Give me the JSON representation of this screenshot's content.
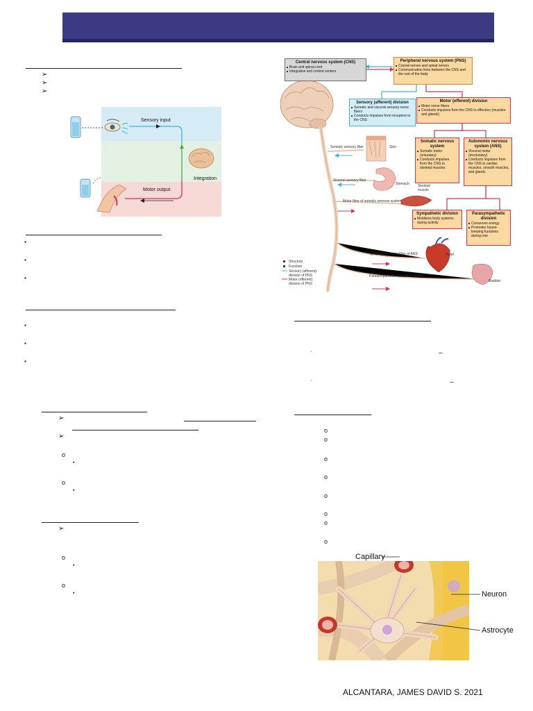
{
  "bullets": {
    "arrow": "➢",
    "square": "▪",
    "circle": "o",
    "small_square": "▪",
    "dot": "˙",
    "dash": "–"
  },
  "fig_sensory": {
    "sensory_input": "Sensory input",
    "integration": "Integration",
    "motor_output": "Motor output"
  },
  "fig_divisions": {
    "cns": {
      "title": "Central nervous system (CNS)",
      "items": [
        "Brain and spinal cord",
        "Integrative and control centers"
      ]
    },
    "pns": {
      "title": "Peripheral nervous system (PNS)",
      "items": [
        "Cranial nerves and spinal nerves",
        "Communication lines between the CNS and the rest of the body"
      ]
    },
    "sensory": {
      "title": "Sensory (afferent) division",
      "items": [
        "Somatic and visceral sensory nerve fibers",
        "Conducts impulses from receptors to the CNS"
      ]
    },
    "motor": {
      "title": "Motor (efferent) division",
      "items": [
        "Motor nerve fibers",
        "Conducts impulses from the CNS to effectors (muscles and glands)"
      ]
    },
    "somatic": {
      "title": "Somatic nervous system",
      "items": [
        "Somatic motor (voluntary)",
        "Conducts impulses from the CNS to skeletal muscles"
      ]
    },
    "autonomic": {
      "title": "Autonomic nervous system (ANS)",
      "items": [
        "Visceral motor (involuntary)",
        "Conducts impulses from the CNS to cardiac muscles, smooth muscles, and glands"
      ]
    },
    "sympathetic": {
      "title": "Sympathetic division",
      "items": [
        "Mobilizes body systems during activity"
      ]
    },
    "parasympathetic": {
      "title": "Parasympathetic division",
      "items": [
        "Conserves energy",
        "Promotes house-keeping functions during rest"
      ]
    },
    "labels": {
      "somatic_sensory_fiber": "Somatic sensory fiber",
      "skin": "Skin",
      "visceral_sensory_fiber": "Visceral sensory fiber",
      "stomach": "Stomach",
      "skeletal_muscle": "Skeletal muscle",
      "motor_fiber_somatic": "Motor fiber of somatic nervous system",
      "sympathetic_motor": "Sympathetic motor fiber of ANS",
      "heart": "Heart",
      "parasympathetic_motor": "Parasympathetic motor fiber of ANS",
      "bladder": "Bladder"
    },
    "legend": [
      "Structure",
      "Function",
      "Sensory (afferent) division of PNS",
      "Motor (efferent) division of PNS"
    ]
  },
  "fig_astrocyte": {
    "capillary": "Capillary",
    "neuron": "Neuron",
    "astrocyte": "Astrocyte"
  },
  "footer": {
    "credit": "ALCANTARA, JAMES DAVID S. 2021"
  },
  "colors": {
    "banner": "#3b3b84",
    "banner_edge": "#23236a",
    "sensory_blue": "#3bb3e0",
    "motor_red": "#d9315a",
    "box_orange": "#fcd9a0",
    "box_gray": "#d7d7d7",
    "box_blue": "#d4eef8"
  }
}
